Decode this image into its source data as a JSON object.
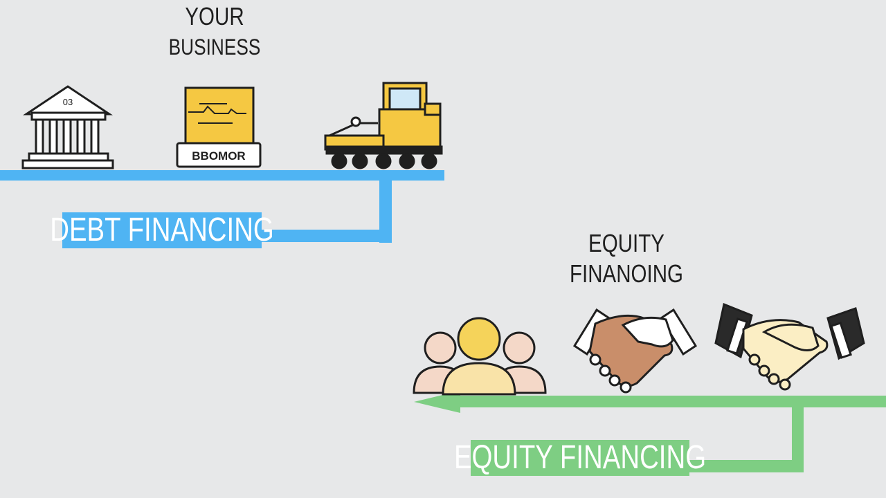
{
  "your_business": {
    "line1": "YOUR",
    "line2": "BUSINESS"
  },
  "bank_icon": {
    "name": "bank-icon",
    "text": "03"
  },
  "business_icon": {
    "name": "business-sign-icon",
    "text": "BBOMOR"
  },
  "equity_heading": {
    "line1": "EQUITY",
    "line2": "FINANOING"
  },
  "debt_label": "DEBT FINANCING",
  "equity_label": "EQUITY FINANCING",
  "colors": {
    "debt": "#4fb4f3",
    "equity": "#7ece83",
    "accent": "#f5c842",
    "background": "#e7e8e9"
  },
  "icons": [
    "bank-icon",
    "business-sign-icon",
    "bulldozer-icon",
    "people-group-icon",
    "handshake-icon",
    "handshake-icon"
  ]
}
